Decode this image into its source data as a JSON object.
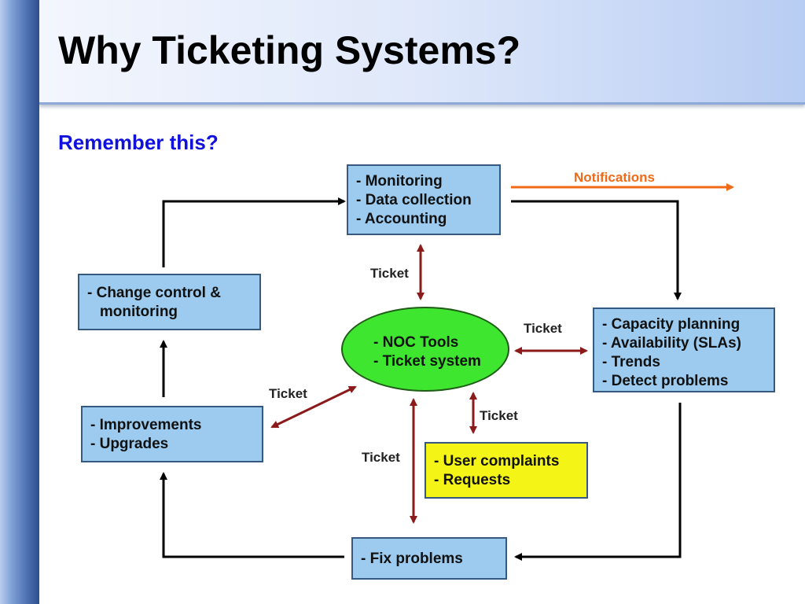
{
  "slide": {
    "title": "Why Ticketing Systems?",
    "subtitle": "Remember this?"
  },
  "colors": {
    "title_band": "#dfe8fa",
    "box_fill": "#9ccbef",
    "box_border": "#35597f",
    "center_fill": "#3ee62f",
    "highlight_fill": "#f4f416",
    "ticket_arrow": "#8b1a1a",
    "flow_arrow": "#000000",
    "notification_arrow": "#f06a18",
    "subtitle": "#1111dd"
  },
  "diagram": {
    "nodes": {
      "monitoring": {
        "lines": [
          "- Monitoring",
          "- Data collection",
          "- Accounting"
        ]
      },
      "capacity": {
        "lines": [
          "- Capacity planning",
          "- Availability (SLAs)",
          "- Trends",
          "- Detect problems"
        ]
      },
      "fix": {
        "lines": [
          "- Fix problems"
        ]
      },
      "improvements": {
        "lines": [
          "- Improvements",
          "- Upgrades"
        ]
      },
      "change_control": {
        "lines": [
          "- Change control &",
          "   monitoring"
        ]
      },
      "noc": {
        "lines": [
          "- NOC Tools",
          "- Ticket system"
        ]
      },
      "user_complaints": {
        "lines": [
          "- User complaints",
          "- Requests"
        ]
      }
    },
    "edge_labels": {
      "notifications": "Notifications",
      "ticket_monitoring": "Ticket",
      "ticket_capacity": "Ticket",
      "ticket_improvements": "Ticket",
      "ticket_user": "Ticket",
      "ticket_fix": "Ticket"
    }
  }
}
